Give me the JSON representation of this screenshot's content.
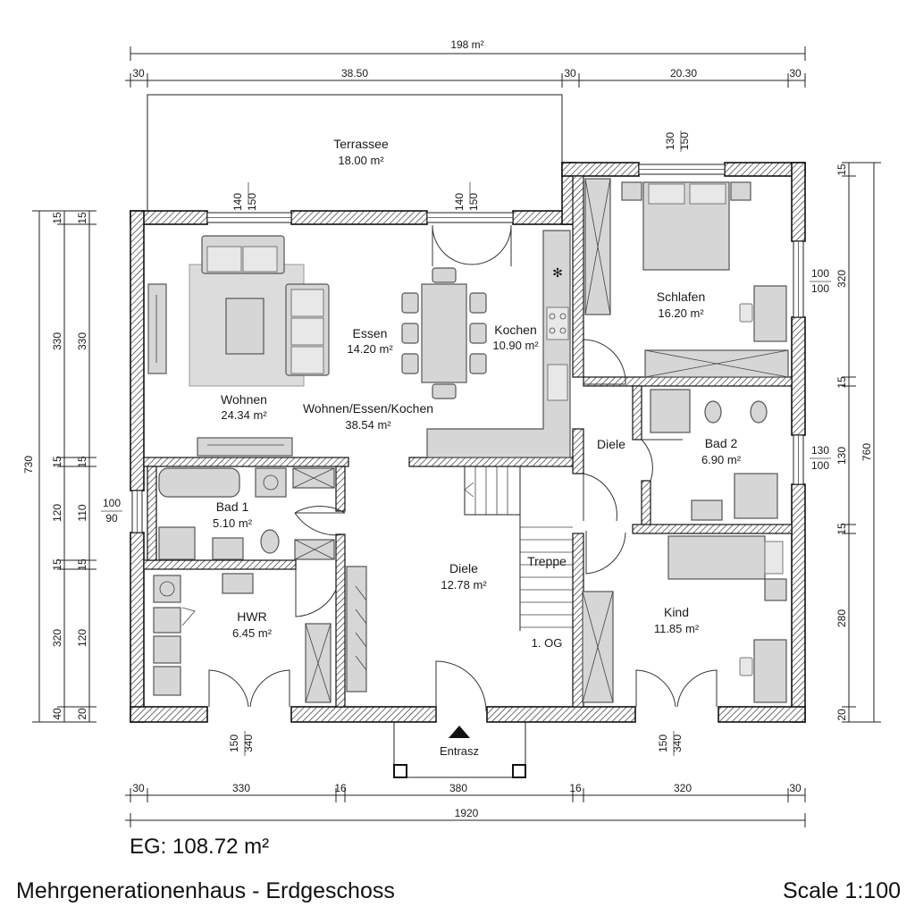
{
  "title": "Mehrgenerationenhaus - Erdgeschoss",
  "scale": "Scale 1:100",
  "floor_area": "EG: 108.72 m²",
  "rooms": {
    "terrasse": {
      "name": "Terrassee",
      "area": "18.00 m²"
    },
    "wohnen": {
      "name": "Wohnen",
      "area": "24.34 m²"
    },
    "essen": {
      "name": "Essen",
      "area": "14.20 m²"
    },
    "kochen": {
      "name": "Kochen",
      "area": "10.90 m²"
    },
    "wek": {
      "name": "Wohnen/Essen/Kochen",
      "area": "38.54 m²"
    },
    "schlafen": {
      "name": "Schlafen",
      "area": "16.20 m²"
    },
    "diele_right": {
      "name": "Diele"
    },
    "bad2": {
      "name": "Bad 2",
      "area": "6.90 m²"
    },
    "bad1": {
      "name": "Bad 1",
      "area": "5.10 m²"
    },
    "diele": {
      "name": "Diele",
      "area": "12.78 m²"
    },
    "treppe": {
      "name": "Treppe",
      "sub": "1. OG"
    },
    "hwr": {
      "name": "HWR",
      "area": "6.45 m²"
    },
    "kind": {
      "name": "Kind",
      "area": "11.85 m²"
    },
    "entrance": {
      "name": "Entrasz"
    }
  },
  "dims_top": {
    "total": "198 m²",
    "segments": [
      "30",
      "38.50",
      "30",
      "20.30",
      "30"
    ]
  },
  "dims_bottom": {
    "total": "1920",
    "segments": [
      "30",
      "330",
      "16",
      "380",
      "16",
      "320",
      "30"
    ]
  },
  "dims_left": {
    "total": "730",
    "outer": [
      "15",
      "330",
      "15",
      "120",
      "15",
      "320",
      "40"
    ],
    "inner": [
      "15",
      "330",
      "15",
      "110",
      "15",
      "120",
      "20"
    ]
  },
  "dims_right": {
    "total": "760",
    "segments": [
      "15",
      "320",
      "15",
      "130",
      "15",
      "280",
      "20"
    ]
  },
  "windows": {
    "wohnen_top": [
      "140",
      "150"
    ],
    "essen_top": [
      "140",
      "150"
    ],
    "schlafen_top": [
      "130",
      "150"
    ],
    "schlafen_right": [
      "100",
      "100"
    ],
    "bad2_right": [
      "130",
      "100"
    ],
    "bad1_left": [
      "100",
      "90"
    ],
    "hwr_bottom": [
      "150",
      "340"
    ],
    "kind_bottom": [
      "150",
      "340"
    ]
  }
}
